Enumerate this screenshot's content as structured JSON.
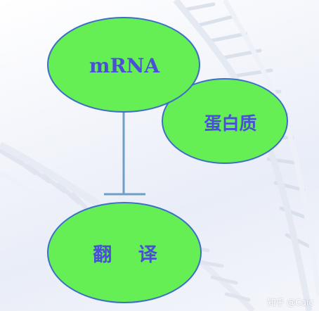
{
  "diagram": {
    "nodes": {
      "mrna": {
        "label": "mRNA"
      },
      "protein": {
        "label": "蛋白质"
      },
      "translation": {
        "label": "翻    译"
      }
    },
    "edges": [
      {
        "from": "mrna",
        "to": "translation",
        "type": "inhibition"
      }
    ],
    "colors": {
      "node_fill": "#66ee55",
      "node_stroke": "#3d6ec8",
      "label": "#4a4fd8",
      "connector": "#6f9ec6"
    }
  },
  "watermark": {
    "text": "知乎 @Caic"
  }
}
